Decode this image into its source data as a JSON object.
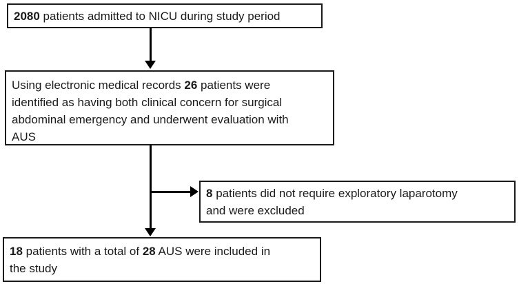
{
  "flowchart": {
    "colors": {
      "border": "#1a1a1a",
      "text": "#1a1a1a",
      "arrow": "#000000",
      "bg": "#ffffff"
    },
    "boxes": {
      "nicu_admitted": {
        "lines": [
          [
            {
              "text": "2080",
              "bold": true
            },
            {
              "text": " patients admitted to NICU during study period",
              "bold": false
            }
          ]
        ]
      },
      "identified": {
        "lines": [
          [
            {
              "text": "Using electronic medical records ",
              "bold": false
            },
            {
              "text": "26",
              "bold": true
            },
            {
              "text": " patients were",
              "bold": false
            }
          ],
          [
            {
              "text": "identified as having both clinical concern for surgical",
              "bold": false
            }
          ],
          [
            {
              "text": "abdominal emergency and underwent evaluation with",
              "bold": false
            }
          ],
          [
            {
              "text": "AUS",
              "bold": false
            }
          ]
        ]
      },
      "excluded": {
        "lines": [
          [
            {
              "text": "8",
              "bold": true
            },
            {
              "text": " patients did not require exploratory laparotomy",
              "bold": false
            }
          ],
          [
            {
              "text": "and were excluded",
              "bold": false
            }
          ]
        ]
      },
      "included": {
        "lines": [
          [
            {
              "text": "18",
              "bold": true
            },
            {
              "text": " patients with a total of ",
              "bold": false
            },
            {
              "text": "28",
              "bold": true
            },
            {
              "text": " AUS were included in",
              "bold": false
            }
          ],
          [
            {
              "text": "the study",
              "bold": false
            }
          ]
        ]
      }
    }
  }
}
